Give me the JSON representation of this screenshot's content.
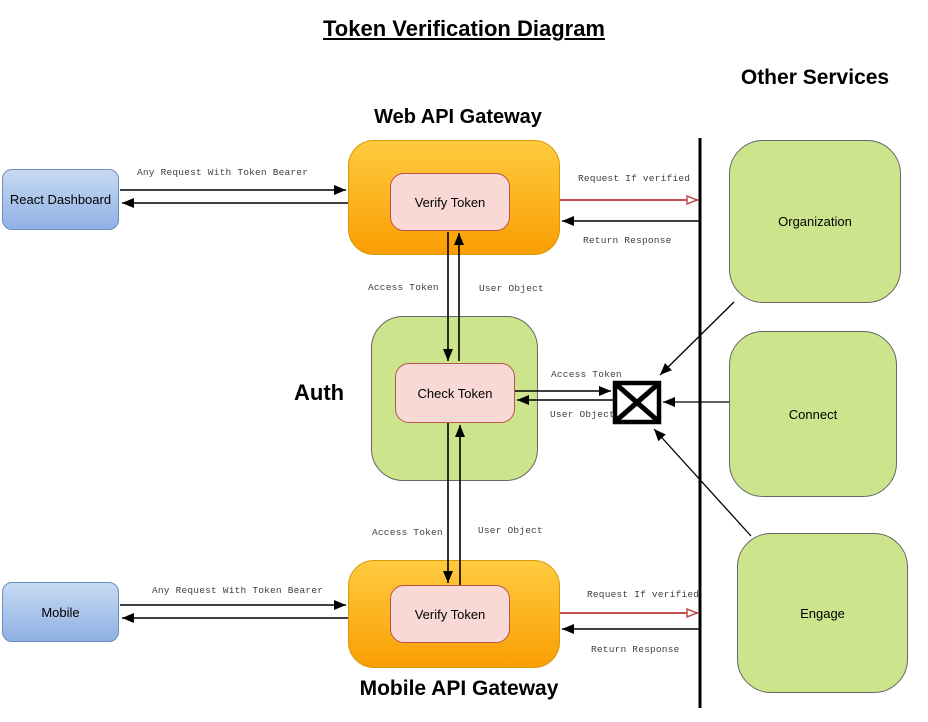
{
  "title": "Token Verification Diagram",
  "sections": {
    "other_services": "Other Services",
    "web_gateway": "Web API Gateway",
    "auth": "Auth",
    "mobile_gateway": "Mobile API Gateway"
  },
  "nodes": {
    "react_dashboard": "React Dashboard",
    "mobile": "Mobile",
    "web_verify_token": "Verify Token",
    "mobile_verify_token": "Verify Token",
    "check_token": "Check Token",
    "organization": "Organization",
    "connect": "Connect",
    "engage": "Engage"
  },
  "edges": {
    "web_request": "Any Request With Token Bearer",
    "web_request_if_verified": "Request If verified",
    "web_return_response": "Return Response",
    "web_access_token": "Access Token",
    "web_user_object": "User Object",
    "junction_access_token": "Access Token",
    "junction_user_object": "User Object",
    "mobile_access_token": "Access Token",
    "mobile_user_object": "User Object",
    "mobile_request": "Any Request With Token Bearer",
    "mobile_request_if_verified": "Request If verified",
    "mobile_return_response": "Return Response"
  },
  "colors": {
    "gateway_fill_top": "#FFCB40",
    "gateway_fill_bottom": "#F99E02",
    "gateway_border": "#D79B00",
    "token_fill": "#F9D9D6",
    "token_border": "#B85450",
    "client_fill_top": "#C7DAF2",
    "client_fill_bottom": "#8FB1E4",
    "client_border": "#6C8EBF",
    "service_fill": "#CCE58C",
    "service_border": "#666666",
    "arrow_black": "#000000",
    "arrow_red": "#C0504D",
    "label_text": "#3F3F3F"
  }
}
